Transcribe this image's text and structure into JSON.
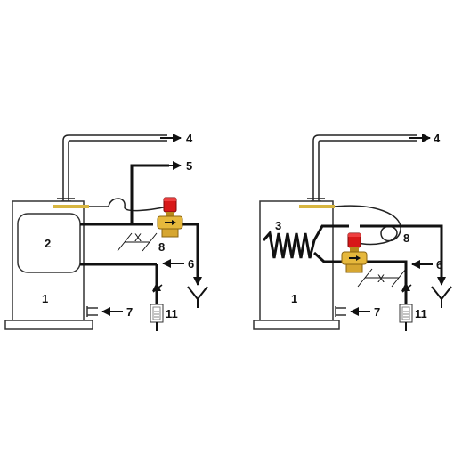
{
  "colors": {
    "line": "#111111",
    "outline": "#222222",
    "sensor": "#d8b640",
    "valve_body": "#e6b83c",
    "valve_dark": "#b88a1c",
    "valve_cap": "#d81818",
    "background": "#ffffff"
  },
  "left": {
    "labels": {
      "tank": "1",
      "exchanger": "2",
      "chimney": "4",
      "drain_line": "5",
      "cold_water": "6",
      "drain_pipe": "7",
      "valve": "8",
      "strainer": "11",
      "distance": "X"
    }
  },
  "right": {
    "labels": {
      "tank": "1",
      "coil": "3",
      "chimney": "4",
      "cold_water": "6",
      "drain_pipe": "7",
      "valve": "8",
      "strainer": "11",
      "distance": "X"
    }
  },
  "icons": {
    "arrow": "arrow-left-icon",
    "drain_funnel": "funnel-icon",
    "strainer": "strainer-icon",
    "sensor_bulb": "sensor-probe-icon",
    "valve": "thermal-safety-valve-icon"
  }
}
